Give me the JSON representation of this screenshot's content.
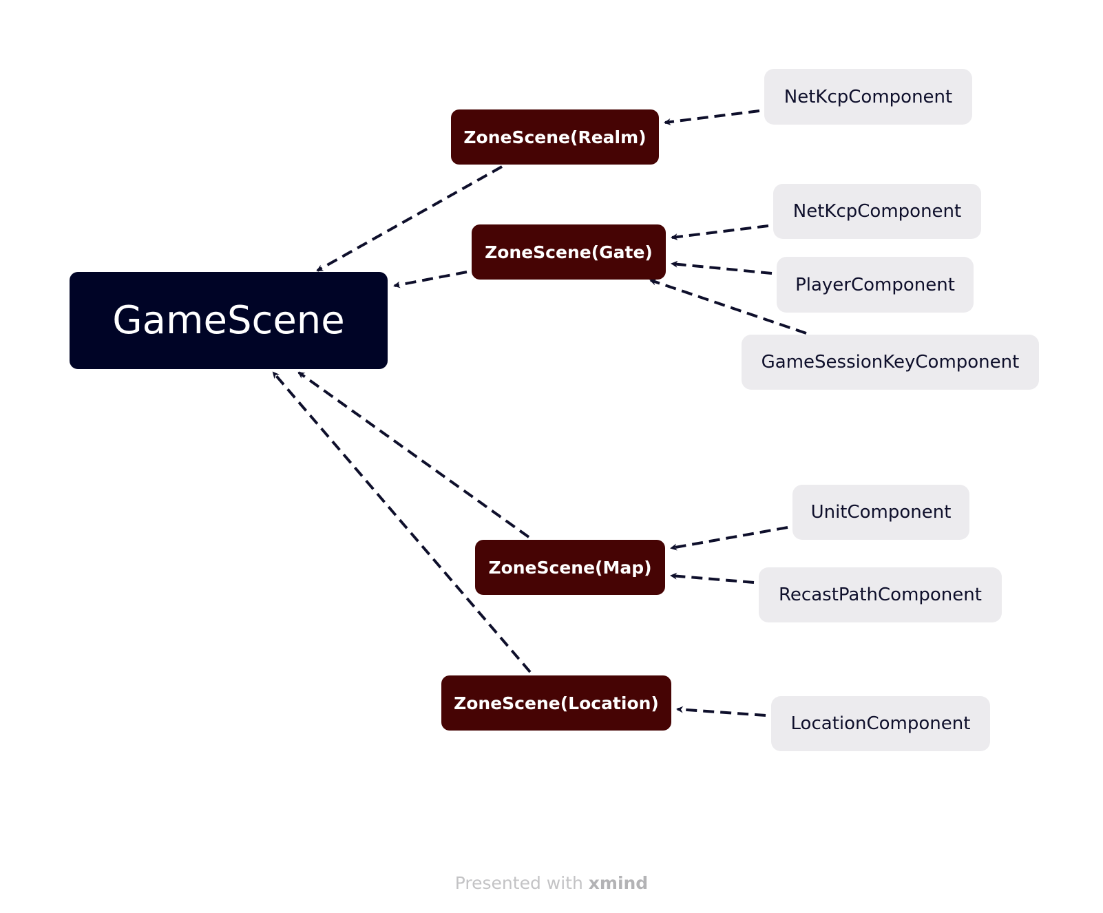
{
  "diagram": {
    "root": {
      "id": "gamescene",
      "label": "GameScene",
      "color": "#000426"
    },
    "zones": [
      {
        "id": "realm",
        "label": "ZoneScene(Realm)",
        "parent": "gamescene"
      },
      {
        "id": "gate",
        "label": "ZoneScene(Gate)",
        "parent": "gamescene"
      },
      {
        "id": "map",
        "label": "ZoneScene(Map)",
        "parent": "gamescene"
      },
      {
        "id": "location",
        "label": "ZoneScene(Location)",
        "parent": "gamescene"
      }
    ],
    "components": [
      {
        "id": "realm-netkcp",
        "label": "NetKcpComponent",
        "parent": "realm"
      },
      {
        "id": "gate-netkcp",
        "label": "NetKcpComponent",
        "parent": "gate"
      },
      {
        "id": "gate-player",
        "label": "PlayerComponent",
        "parent": "gate"
      },
      {
        "id": "gate-sessionkey",
        "label": "GameSessionKeyComponent",
        "parent": "gate"
      },
      {
        "id": "map-unit",
        "label": "UnitComponent",
        "parent": "map"
      },
      {
        "id": "map-recast",
        "label": "RecastPathComponent",
        "parent": "map"
      },
      {
        "id": "location-location",
        "label": "LocationComponent",
        "parent": "location"
      }
    ],
    "edge_style": "dashed-arrow",
    "colors": {
      "zone": "#460404",
      "component_bg": "#ecebee",
      "edge": "#0e0f2b"
    }
  },
  "footer": {
    "presented_with": "Presented with ",
    "brand": "xmind"
  }
}
